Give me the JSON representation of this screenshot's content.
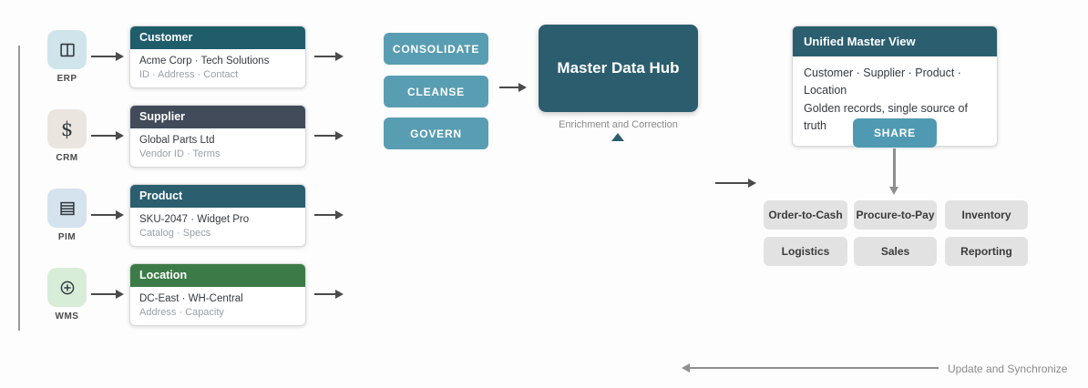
{
  "sources": [
    {
      "system": "ERP",
      "card": {
        "title": "Customer",
        "line1": "Acme Corp · Tech Solutions",
        "line2": "ID · Address · Contact"
      }
    },
    {
      "system": "CRM",
      "glyph": "$",
      "card": {
        "title": "Supplier",
        "line1": "Global Parts Ltd",
        "line2": "Vendor ID · Terms"
      }
    },
    {
      "system": "PIM",
      "card": {
        "title": "Product",
        "line1": "SKU-2047 · Widget Pro",
        "line2": "Catalog · Specs"
      }
    },
    {
      "system": "WMS",
      "card": {
        "title": "Location",
        "line1": "DC-East · WH-Central",
        "line2": "Address · Capacity"
      }
    }
  ],
  "process": {
    "buttons": [
      "CONSOLIDATE",
      "CLEANSE",
      "GOVERN"
    ]
  },
  "hub": {
    "title": "Master Data Hub",
    "annotation": "Enrichment and Correction"
  },
  "master_view": {
    "title": "Unified Master View",
    "line1": "Customer · Supplier · Product · Location",
    "line2": "Golden records, single source of truth",
    "share_label": "SHARE"
  },
  "downstream": {
    "items": [
      "Order-to-Cash",
      "Procure-to-Pay",
      "Inventory",
      "Logistics",
      "Sales",
      "Reporting"
    ]
  },
  "feedback_label": "Update and Synchronize",
  "colors": {
    "teal_header": "#1f5d6b",
    "slate_header": "#414b5a",
    "deep_teal": "#2b5e6f",
    "green_header": "#3c7b47",
    "button_teal": "#599db2",
    "downstream_gray": "#e2e2e2",
    "arrow_dark": "#4a4a4a",
    "arrow_gray": "#8f8f8f"
  }
}
